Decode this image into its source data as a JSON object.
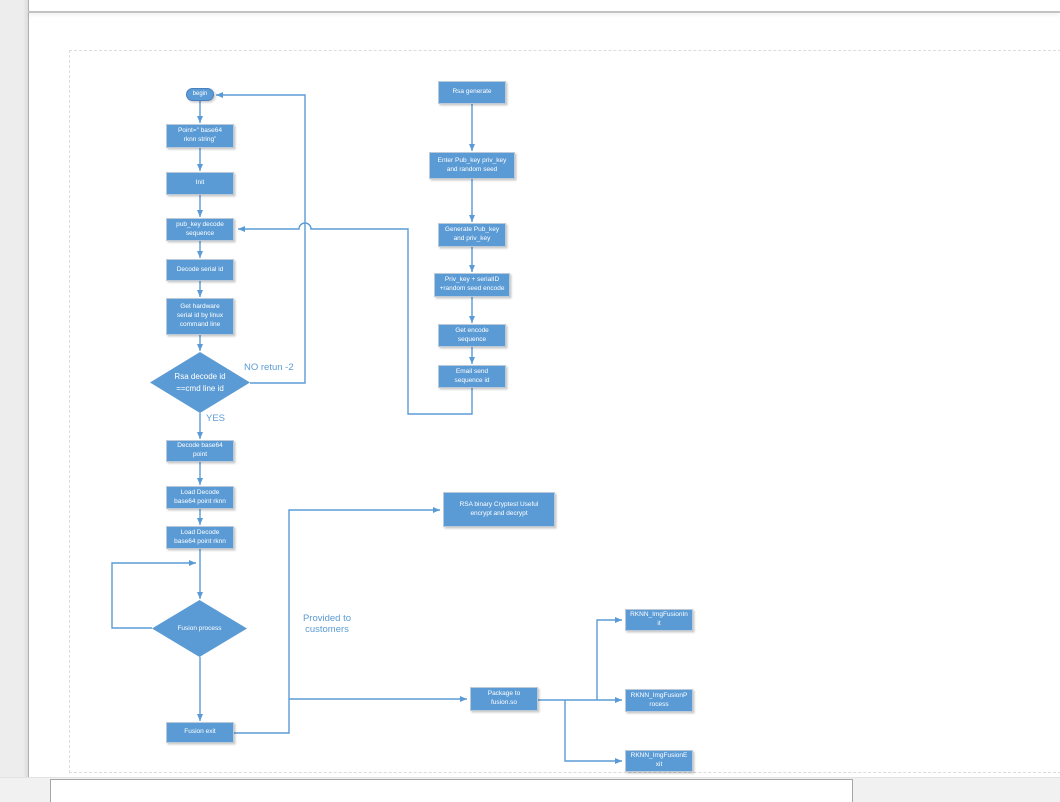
{
  "colors": {
    "node_fill": "#5b9bd5",
    "node_text": "#ffffff",
    "node_border": "#bcc9d9",
    "begin_border": "#4a80c0",
    "connector": "#5b9bd5",
    "label_text": "#5b9bd5",
    "dashed_border": "#dcdcdc"
  },
  "diagram": {
    "nodes": {
      "begin": "begin",
      "point_string": "Point=\" base64\nrknn string”",
      "init": "Init",
      "pub_key_decode": "pub_key decode\nsequence",
      "decode_serial": "Decode serial id",
      "get_hardware": "Get hardware\nserial id by linux\ncommand line",
      "rsa_decode_check": "Rsa decode id\n==cmd line id",
      "decode_base64": "Decode base64\npoint",
      "load_decode_1": "Load  Decode\nbase64 point  rknn",
      "load_decode_2": "Load  Decode\nbase64 point  rknn",
      "fusion_process": "Fusion process",
      "fusion_exit": "Fusion exit",
      "rsa_generate": "Rsa generate",
      "enter_pub_key": "Enter Pub_key priv_key\nand random seed",
      "generate_pub_key": "Generate Pub_key\nand priv_key",
      "priv_key_serial": "Priv_key + serialID\n+random seed encode",
      "get_encode": "Get encode\nsequence",
      "email_send": "Email send\nsequence id",
      "rsa_binary": "RSA  binary Cryptest Useful\nencrypt and decrypt",
      "package_fusion": "Package to\nfusion.so",
      "rknn_init": "RKNN_ImgFusionInit",
      "rknn_process": "RKNN_ImgFusionProcess",
      "rknn_exit": "RKNN_ImgFusionExit"
    },
    "labels": {
      "no": "NO  retun -2",
      "yes": "YES",
      "provided": "Provided to\ncustomers"
    }
  }
}
